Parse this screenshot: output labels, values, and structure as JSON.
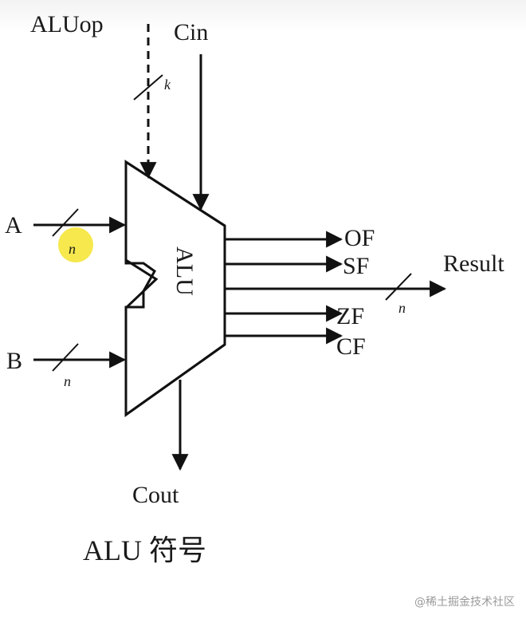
{
  "inputs": {
    "aluop": "ALUop",
    "cin": "Cin",
    "a": "A",
    "b": "B",
    "width_k": "k",
    "width_n": "n"
  },
  "alu_label": "ALU",
  "outputs": {
    "of": "OF",
    "sf": "SF",
    "result": "Result",
    "zf": "ZF",
    "cf": "CF",
    "cout": "Cout"
  },
  "caption": "ALU 符号",
  "watermark": "@稀土掘金技术社区",
  "colors": {
    "line": "#111111",
    "highlight": "#f5e63a"
  }
}
